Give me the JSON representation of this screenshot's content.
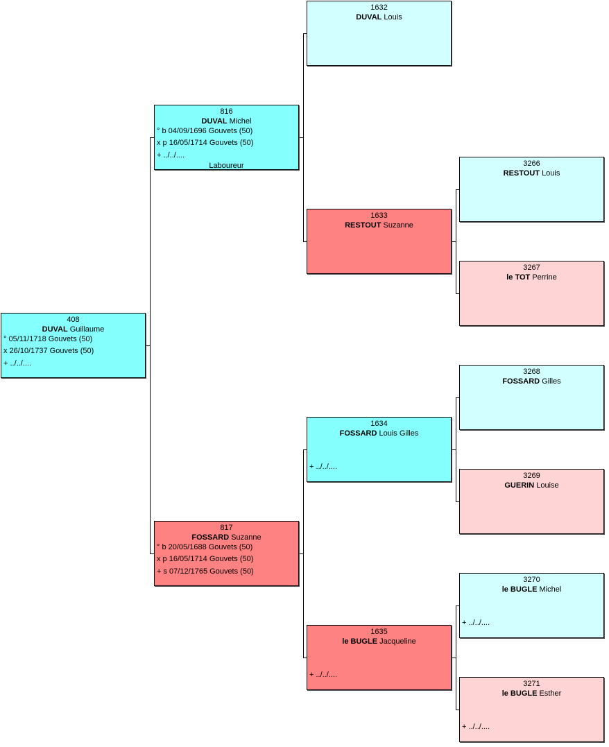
{
  "people": [
    {
      "id": "p408",
      "num": "408",
      "surname": "DUVAL",
      "given": "Guillaume",
      "style": "m-dark",
      "lines": [
        "° 05/11/1718 Gouvets (50)",
        "x 26/10/1737 Gouvets (50)",
        "+ ../../...."
      ],
      "job": ""
    },
    {
      "id": "p816",
      "num": "816",
      "surname": "DUVAL",
      "given": "Michel",
      "style": "m-dark",
      "lines": [
        "° b 04/09/1696 Gouvets (50)",
        "x p 16/05/1714 Gouvets (50)",
        "+ ../../...."
      ],
      "job": "Laboureur"
    },
    {
      "id": "p817",
      "num": "817",
      "surname": "FOSSARD",
      "given": "Suzanne",
      "style": "f-dark",
      "lines": [
        "° b 20/05/1688 Gouvets (50)",
        "x p 16/05/1714 Gouvets (50)",
        "+ s 07/12/1765 Gouvets (50)"
      ],
      "job": ""
    },
    {
      "id": "p1632",
      "num": "1632",
      "surname": "DUVAL",
      "given": "Louis",
      "style": "m-light",
      "lines": [],
      "job": ""
    },
    {
      "id": "p1633",
      "num": "1633",
      "surname": "RESTOUT",
      "given": "Suzanne",
      "style": "f-dark",
      "lines": [],
      "job": ""
    },
    {
      "id": "p1634",
      "num": "1634",
      "surname": "FOSSARD",
      "given": "Louis Gilles",
      "style": "m-dark",
      "lines": [
        "+ ../../...."
      ],
      "job": ""
    },
    {
      "id": "p1635",
      "num": "1635",
      "surname": "le BUGLE",
      "given": "Jacqueline",
      "style": "f-dark",
      "lines": [
        "+ ../../...."
      ],
      "job": ""
    },
    {
      "id": "p3266",
      "num": "3266",
      "surname": "RESTOUT",
      "given": "Louis",
      "style": "m-light",
      "lines": [],
      "job": ""
    },
    {
      "id": "p3267",
      "num": "3267",
      "surname": "le TOT",
      "given": "Perrine",
      "style": "f-light",
      "lines": [],
      "job": ""
    },
    {
      "id": "p3268",
      "num": "3268",
      "surname": "FOSSARD",
      "given": "Gilles",
      "style": "m-light",
      "lines": [],
      "job": ""
    },
    {
      "id": "p3269",
      "num": "3269",
      "surname": "GUERIN",
      "given": "Louise",
      "style": "f-light",
      "lines": [],
      "job": ""
    },
    {
      "id": "p3270",
      "num": "3270",
      "surname": "le BUGLE",
      "given": "Michel",
      "style": "m-light",
      "lines": [
        "+ ../../...."
      ],
      "job": ""
    },
    {
      "id": "p3271",
      "num": "3271",
      "surname": "le BUGLE",
      "given": "Esther",
      "style": "f-light",
      "lines": [
        "+ ../../...."
      ],
      "job": ""
    }
  ]
}
